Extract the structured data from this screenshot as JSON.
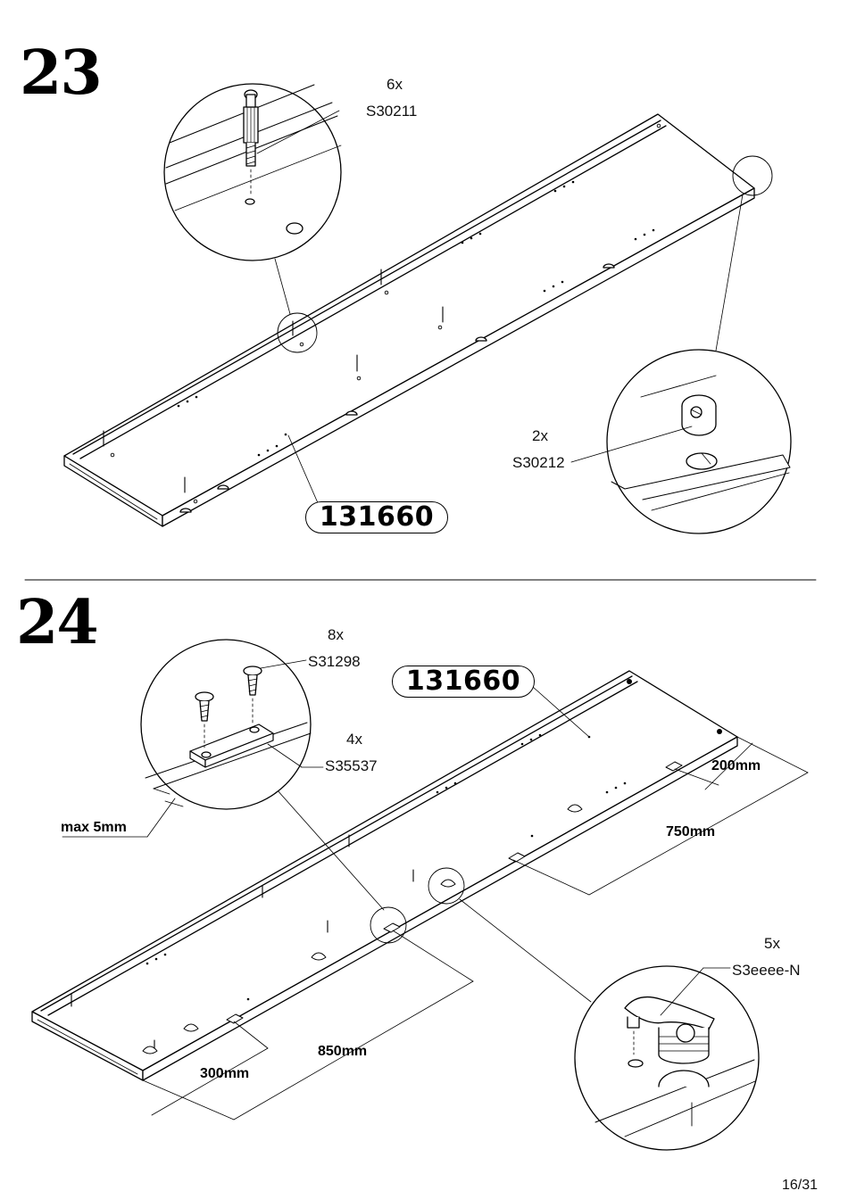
{
  "steps": [
    {
      "number": "23",
      "part_label": "131660",
      "hardware": [
        {
          "qty": "6x",
          "code": "S30211"
        },
        {
          "qty": "2x",
          "code": "S30212"
        }
      ]
    },
    {
      "number": "24",
      "part_label": "131660",
      "hardware": [
        {
          "qty": "8x",
          "code": "S31298"
        },
        {
          "qty": "4x",
          "code": "S35537"
        },
        {
          "qty": "5x",
          "code": "S3eeee-N"
        }
      ],
      "dimensions": {
        "max_gap": "max 5mm",
        "d1": "200mm",
        "d2": "750mm",
        "d3": "850mm",
        "d4": "300mm"
      }
    }
  ],
  "page": "16/31"
}
